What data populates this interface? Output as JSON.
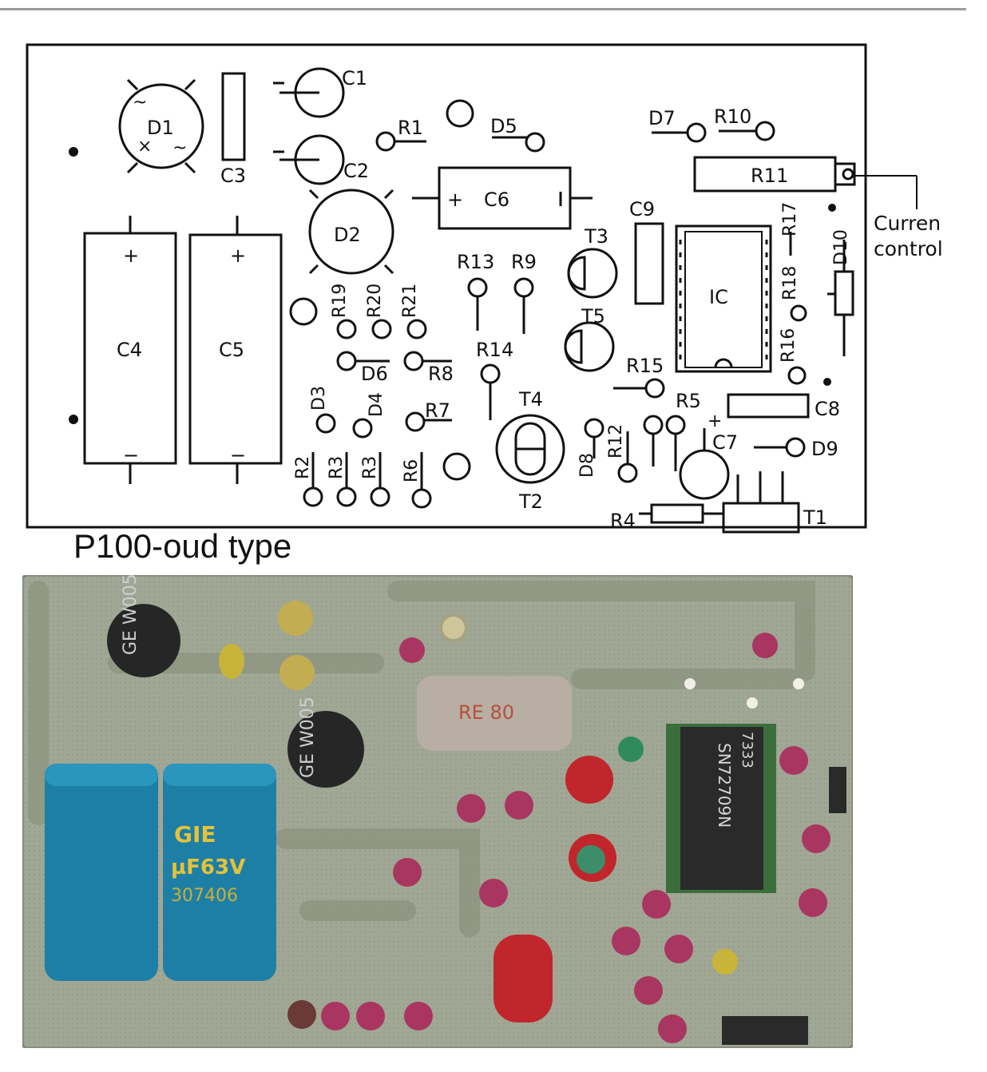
{
  "layout_diagram": {
    "labels": {
      "d1": "D1",
      "d2": "D2",
      "c1": "C1",
      "c2": "C2",
      "c3": "C3",
      "c4": "C4",
      "c5": "C5",
      "c6": "C6",
      "c7": "C7",
      "c8": "C8",
      "c9": "C9",
      "r1": "R1",
      "r2": "R2",
      "r3a": "R3",
      "r3b": "R3",
      "r4": "R4",
      "r5": "R5",
      "r6": "R6",
      "r7": "R7",
      "r8": "R8",
      "r9": "R9",
      "r10": "R10",
      "r11": "R11",
      "r12": "R12",
      "r13": "R13",
      "r14": "R14",
      "r15": "R15",
      "r16": "R16",
      "r17": "R17",
      "r18": "R18",
      "r19": "R19",
      "r20": "R20",
      "r21": "R21",
      "d3": "D3",
      "d4": "D4",
      "d5": "D5",
      "d6": "D6",
      "d7": "D7",
      "d8": "D8",
      "d9": "D9",
      "d10": "D10",
      "t1": "T1",
      "t2": "T2",
      "t3": "T3",
      "t4": "T4",
      "t5": "T5",
      "ic": "IC",
      "plus": "+",
      "minus": "−",
      "tilde": "~",
      "x": "×",
      "current_control_1": "Curren",
      "current_control_2": "control"
    }
  },
  "caption": "P100-oud type",
  "photo": {
    "bridge1_marking": "GE W005",
    "bridge2_marking": "GE W005",
    "cap_marking_1": "GIE",
    "cap_marking_2": "µF63V",
    "cap_marking_3": "307406",
    "c6_marking": "RE 80",
    "ic_marking_1": "7333",
    "ic_marking_2": "SN72709N"
  },
  "colors": {
    "board": "#9da490",
    "trace": "#8a917d",
    "resistor": "#a83660",
    "electrolytic": "#1e7fa6",
    "metal_cap": "#b8aea4",
    "ic": "#2a2a2a",
    "trimmer": "#c0262b",
    "bridge": "#262626"
  }
}
